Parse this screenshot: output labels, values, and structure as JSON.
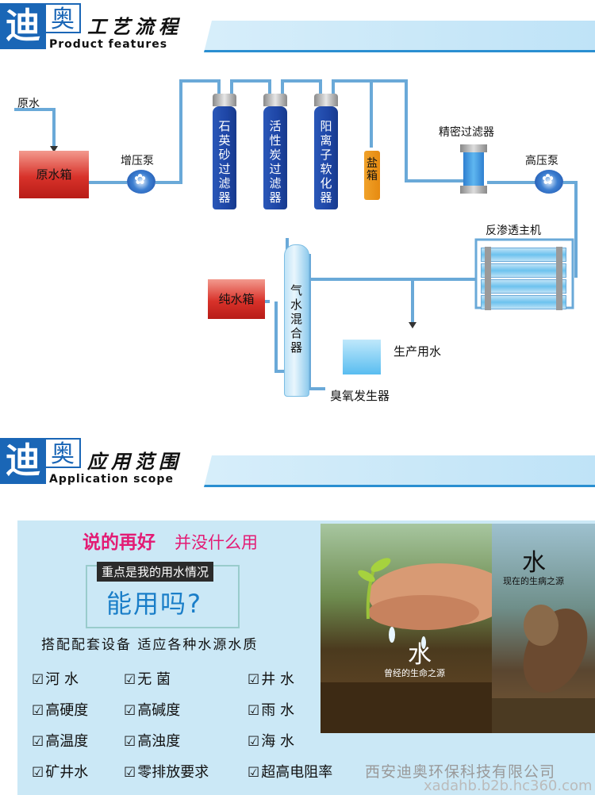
{
  "brand": {
    "di": "迪",
    "ao": "奥"
  },
  "section1": {
    "title": "工艺流程",
    "subtitle": "Product features"
  },
  "diagram": {
    "raw_water": "原水",
    "raw_tank": "原水箱",
    "booster_pump": "增压泵",
    "quartz_filter": "石英砂过滤器",
    "carbon_filter": "活性炭过滤器",
    "softener": "阳离子软化器",
    "salt_box": "盐箱",
    "precision_filter": "精密过滤器",
    "high_pump": "高压泵",
    "ro_unit": "反渗透主机",
    "pure_tank": "纯水箱",
    "mixer": "气水混合器",
    "production_water": "生产用水",
    "ozone": "臭氧发生器"
  },
  "section2": {
    "title": "应用范围",
    "subtitle": "Application scope"
  },
  "app": {
    "headline": "说的再好",
    "headline2": "并没什么用",
    "focus": "重点是我的用水情况",
    "question": "能用吗?",
    "match": "搭配配套设备  适应各种水源水质",
    "checks": [
      "河  水",
      "无  菌",
      "井  水",
      "高硬度",
      "高碱度",
      "雨  水",
      "高温度",
      "高浊度",
      "海  水",
      "矿井水",
      "零排放要求",
      "超高电阻率"
    ],
    "photo_water1": "水",
    "photo_caption1": "曾经的生命之源",
    "photo_water2": "水",
    "photo_caption2": "现在的生病之源",
    "company": "西安迪奥环保科技有限公司",
    "url": "xadahb.b2b.hc360.com"
  },
  "colors": {
    "brand_blue": "#1a66b6",
    "pipe_blue": "#6aa9d8",
    "accent_pink": "#e31b74",
    "panel_bg": "#cbe8f6"
  }
}
